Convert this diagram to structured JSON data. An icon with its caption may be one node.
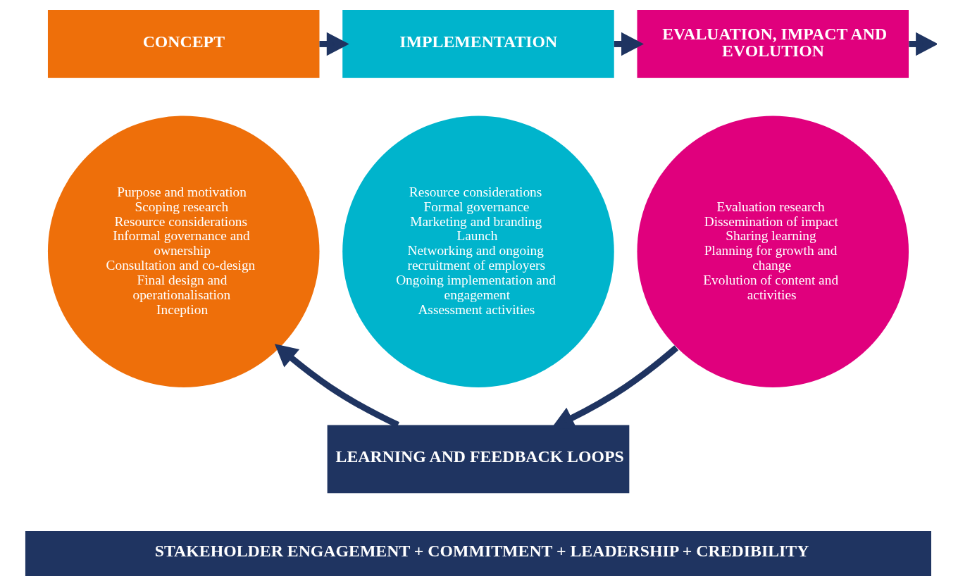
{
  "diagram": {
    "nodes": [
      {
        "text": [
          "CONCEPT"
        ]
      },
      {
        "text": [
          "IMPLEMENTATION"
        ]
      },
      {
        "text": [
          "EVALUATION, IMPACT AND EVOLUTION"
        ]
      },
      {
        "text": [
          "Purpose and motivation",
          "Scoping research",
          "Resource considerations",
          "Informal governance and ownership",
          "Consultation and co-design",
          "Final design and operationalisation",
          "Inception"
        ]
      },
      {
        "text": [
          "Resource considerations",
          "Formal governance",
          "Marketing and branding",
          "Launch",
          "Networking and ongoing recruitment of employers",
          "Ongoing implementation and engagement",
          "Assessment activities"
        ]
      },
      {
        "text": [
          "Evaluation research",
          "Dissemination of impact",
          "Sharing learning",
          "Planning for growth and change",
          "Evolution of content and activities"
        ]
      },
      {
        "text": [
          "LEARNING AND FEEDBACK LOOPS"
        ]
      },
      {
        "text": [
          "STAKEHOLDER ENGAGEMENT + COMMITMENT + LEADERSHIP + CREDIBILITY"
        ]
      }
    ],
    "edges": [
      {
        "from": 0,
        "to": 1,
        "arrow": "to"
      },
      {
        "from": 1,
        "to": 2,
        "arrow": "to"
      },
      {
        "from": 2,
        "to": null,
        "arrow": "to"
      },
      {
        "from": 5,
        "to": 6,
        "arrow": "to"
      },
      {
        "from": 6,
        "to": 3,
        "arrow": "to"
      }
    ]
  }
}
